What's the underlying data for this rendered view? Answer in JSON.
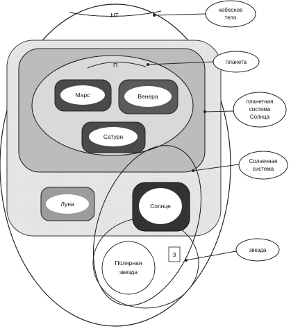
{
  "labels": {
    "nt": "НТ",
    "p": "П",
    "z": "З",
    "mars": "Марс",
    "venera": "Венера",
    "saturn": "Сатурн",
    "luna": "Луна",
    "solntse": "Солнце",
    "polyarnaya_1": "Полярная",
    "polyarnaya_2": "звезда"
  },
  "callouts": {
    "nebesnoe_telo_1": "небесное",
    "nebesnoe_telo_2": "тело",
    "planeta": "планета",
    "planetnaya_1": "планетная",
    "planetnaya_2": "система",
    "planetnaya_3": "Солнца",
    "solnechnaya_1": "Солнечная",
    "solnechnaya_2": "система",
    "zvezda": "звезда"
  }
}
